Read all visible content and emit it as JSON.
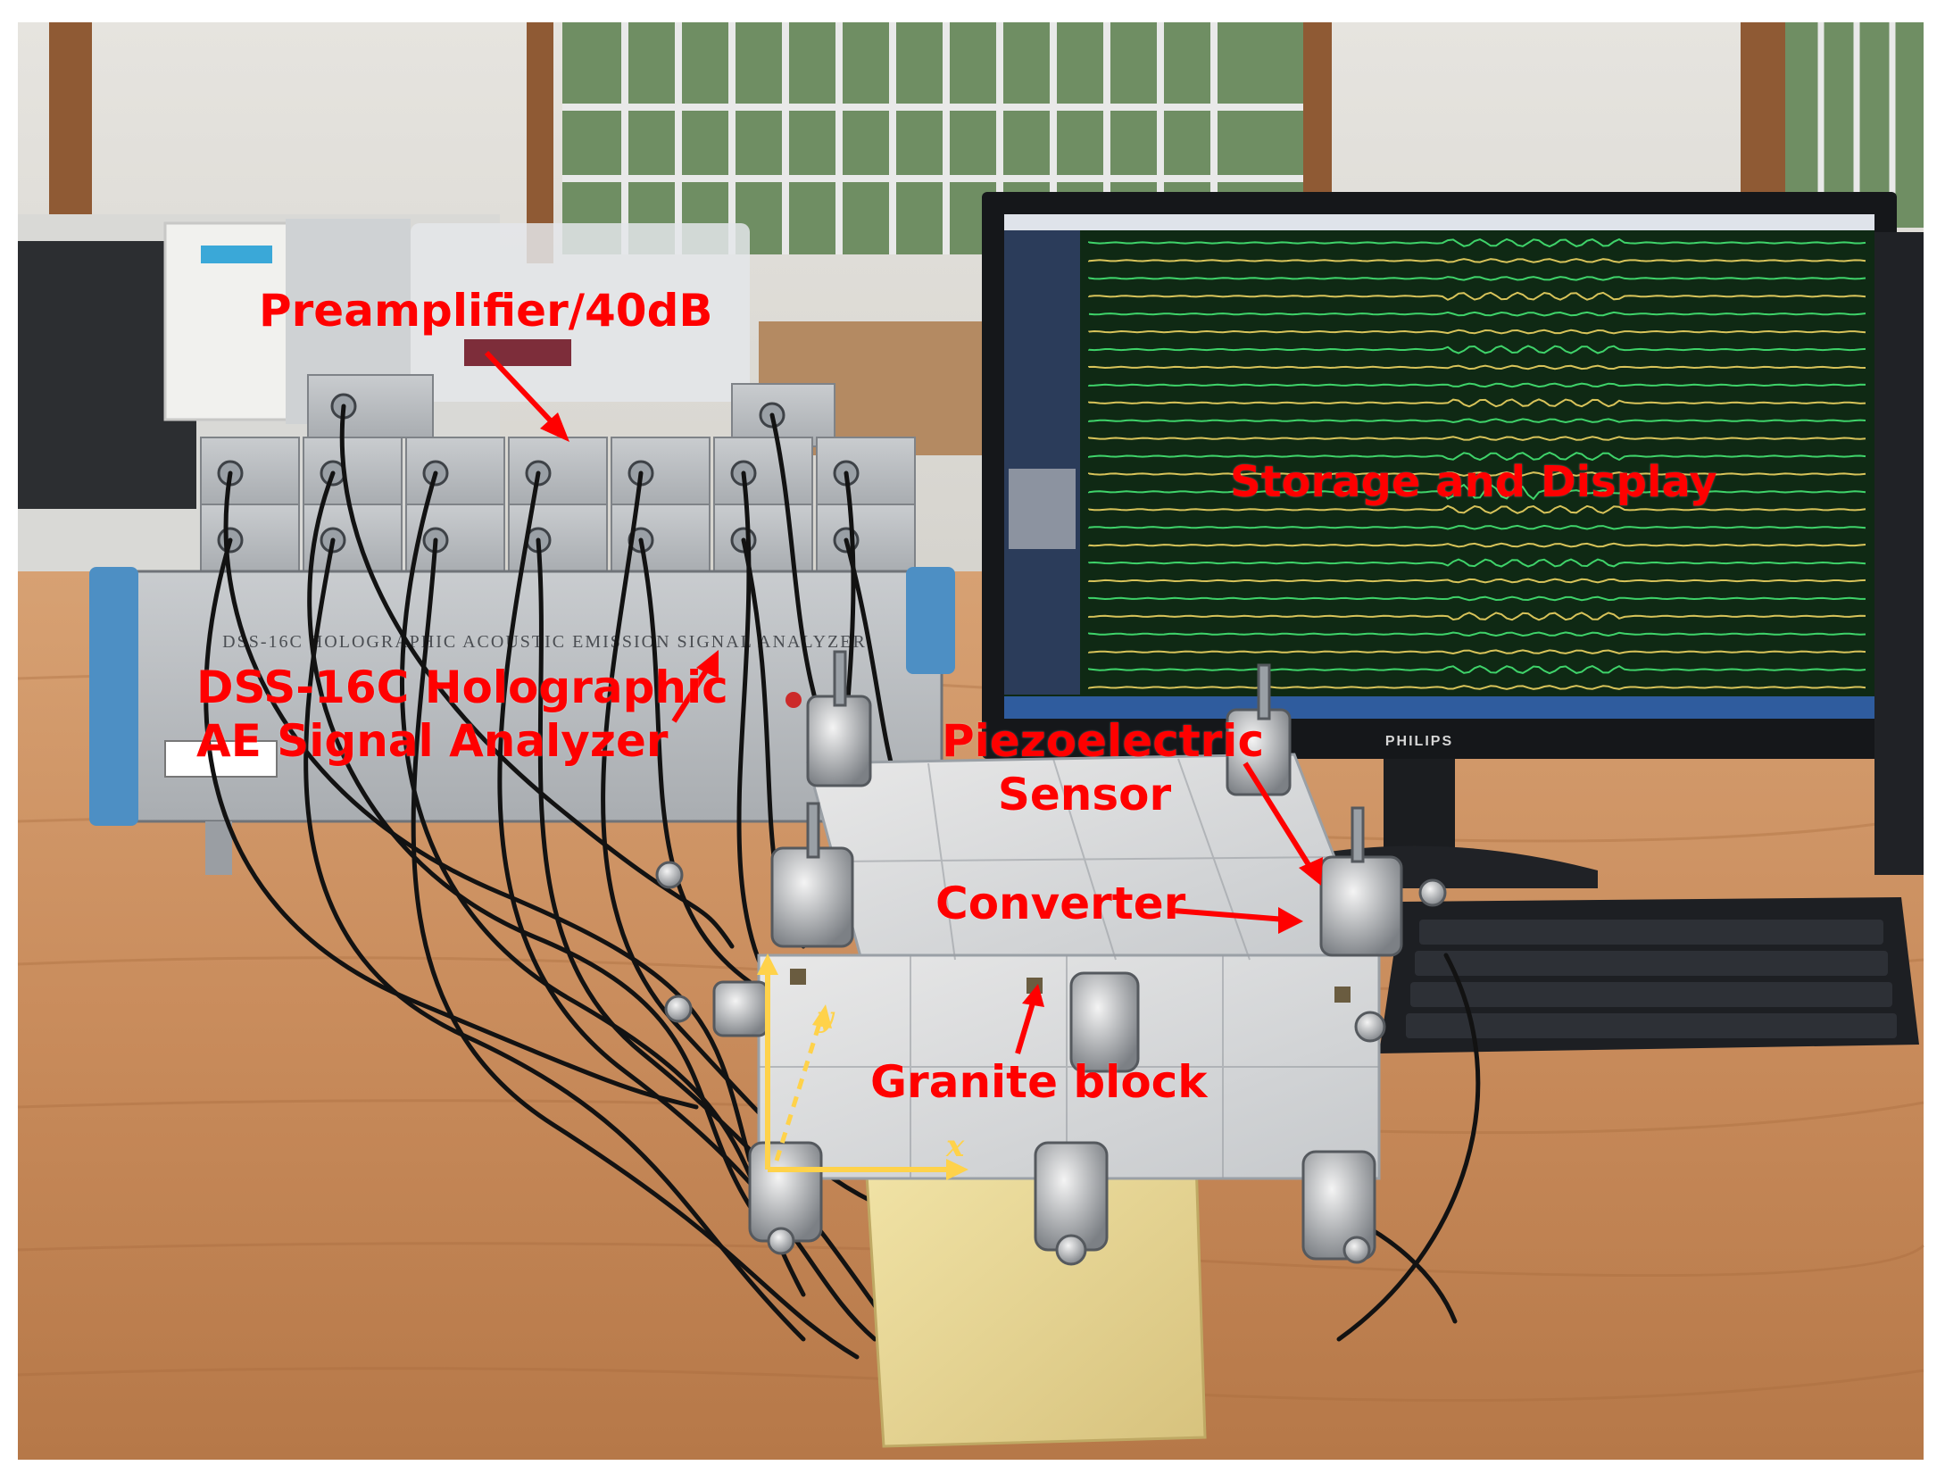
{
  "labels": {
    "preamplifier": "Preamplifier/40dB",
    "storage_display": "Storage and Display",
    "analyzer_line1": "DSS-16C Holographic",
    "analyzer_line2": "AE Signal Analyzer",
    "sensor_line1": "Piezoelectric",
    "sensor_line2": "Sensor",
    "converter": "Converter",
    "granite_block": "Granite block"
  },
  "device_text": {
    "analyzer_panel": "DSS-16C HOLOGRAPHIC ACOUSTIC EMISSION SIGNAL ANALYZER",
    "monitor_brand": "PHILIPS"
  },
  "axes": {
    "x": "x",
    "y": "y"
  },
  "colors": {
    "annotation": "#ff0000",
    "axis": "#ffd24a",
    "waveform_a": "#3fd36a",
    "waveform_b": "#d8c35a",
    "screen_bg": "#0d2a12"
  }
}
